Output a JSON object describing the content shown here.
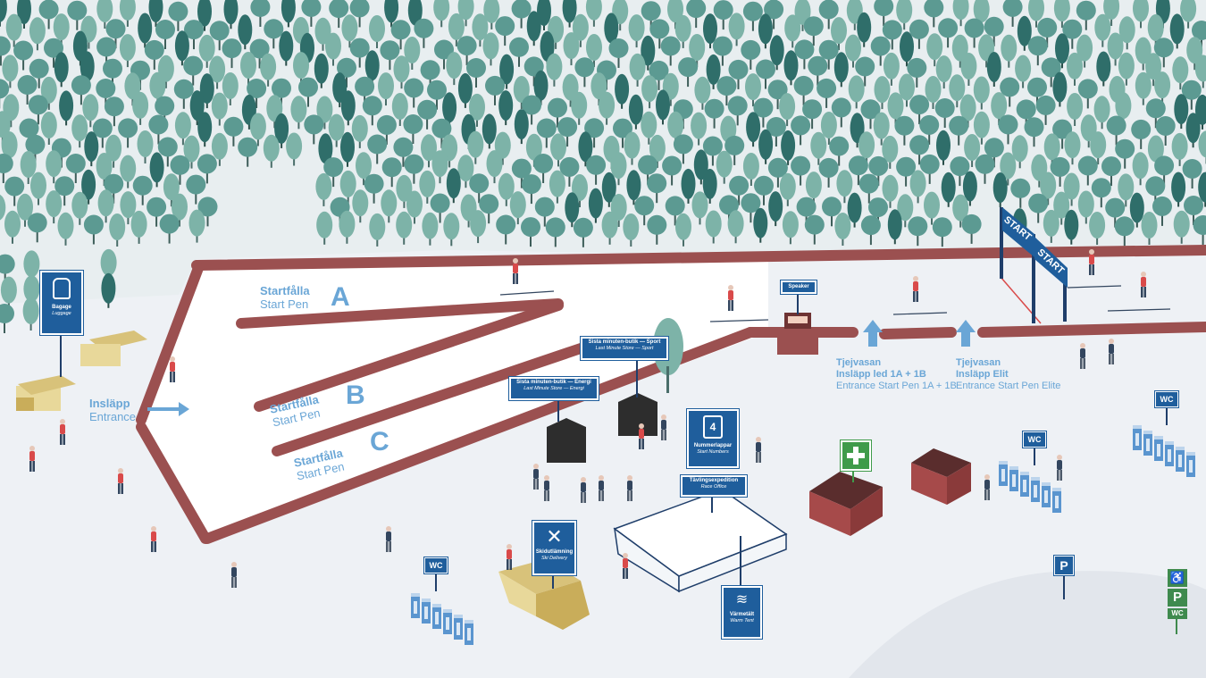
{
  "pens": {
    "a": {
      "letter": "A",
      "sv": "Startfålla",
      "en": "Start Pen"
    },
    "b": {
      "letter": "B",
      "sv": "Startfålla",
      "en": "Start Pen"
    },
    "c": {
      "letter": "C",
      "sv": "Startfålla",
      "en": "Start Pen"
    }
  },
  "entrance": {
    "sv": "Insläpp",
    "en": "Entrance"
  },
  "start_banner": {
    "label1": "START",
    "label2": "START"
  },
  "signs": {
    "luggage": {
      "sv": "Bagage",
      "en": "Luggage"
    },
    "speaker": {
      "label": "Speaker"
    },
    "store_sport": {
      "sv": "Sista minuten-butik — Sport",
      "en": "Last Minute Store — Sport"
    },
    "store_energy": {
      "sv": "Sista minuten-butik — Energi",
      "en": "Last Minute Store — Energi"
    },
    "start_numbers": {
      "icon_num": "4",
      "sv": "Nummerlappar",
      "en": "Start Numbers"
    },
    "race_office": {
      "sv": "Tävlingsexpedition",
      "en": "Race Office"
    },
    "ski_delivery": {
      "sv": "Skidutlämning",
      "en": "Ski Delivery"
    },
    "warm_tent": {
      "sv": "Värmetält",
      "en": "Warm Tent"
    }
  },
  "tjejvasan_1": {
    "l1": "Tjejvasan",
    "l2": "Insläpp led 1A + 1B",
    "l3": "Entrance Start Pen 1A + 1B"
  },
  "tjejvasan_2": {
    "l1": "Tjejvasan",
    "l2": "Insläpp Elit",
    "l3": "Entrance Start Pen Elite"
  },
  "wc_labels": [
    "WC",
    "WC",
    "WC"
  ],
  "parking": {
    "p1": "P",
    "p2": "P",
    "wc": "WC"
  },
  "colors": {
    "sign_blue": "#1f5e9c",
    "fence": "#9b5050",
    "label_blue": "#6aa6d6",
    "tree_light": "#7db3a8",
    "tree_dark": "#2f6e6a",
    "first_aid": "#3f9b4a",
    "parking_green": "#3f8a4e"
  }
}
